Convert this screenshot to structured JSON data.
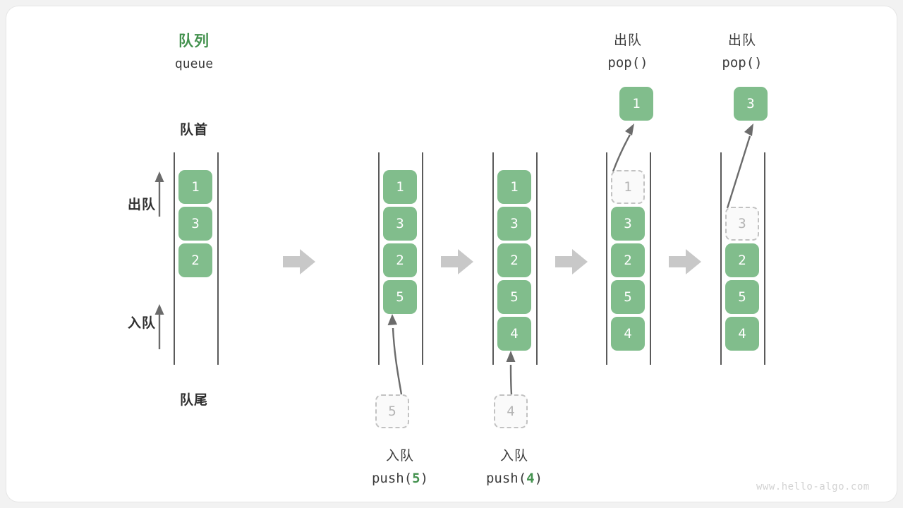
{
  "diagram": {
    "title_cn": "队列",
    "title_en": "queue",
    "head_label": "队首",
    "tail_label": "队尾",
    "dequeue_label": "出队",
    "enqueue_label": "入队",
    "watermark": "www.hello-algo.com",
    "colors": {
      "accent_green": "#81bd8c",
      "title_green": "#44924f",
      "ghost_border": "#c2c2c2",
      "ghost_fill": "#fafafa",
      "ghost_text": "#b4b4b4",
      "rail": "#5a5a5a",
      "arrow_gray": "#c8c8c8",
      "connector": "#6b6b6b",
      "card_bg": "#ffffff",
      "page_bg": "#f2f2f2"
    }
  },
  "steps": [
    {
      "id": "initial",
      "caption_cn": "",
      "caption_code_prefix": "",
      "caption_code_arg": "",
      "caption_code_suffix": "",
      "items": [
        "1",
        "3",
        "2"
      ],
      "ghost_slots": [],
      "incoming": null,
      "popped": null
    },
    {
      "id": "push-5",
      "caption_cn": "入队",
      "caption_code_prefix": "push(",
      "caption_code_arg": "5",
      "caption_code_suffix": ")",
      "items": [
        "1",
        "3",
        "2",
        "5"
      ],
      "ghost_slots": [],
      "incoming": "5",
      "popped": null
    },
    {
      "id": "push-4",
      "caption_cn": "入队",
      "caption_code_prefix": "push(",
      "caption_code_arg": "4",
      "caption_code_suffix": ")",
      "items": [
        "1",
        "3",
        "2",
        "5",
        "4"
      ],
      "ghost_slots": [],
      "incoming": "4",
      "popped": null
    },
    {
      "id": "pop-1",
      "caption_cn": "出队",
      "caption_code_prefix": "pop(",
      "caption_code_arg": "",
      "caption_code_suffix": ")",
      "items": [
        "",
        "3",
        "2",
        "5",
        "4"
      ],
      "ghost_slots": [
        {
          "index": 0,
          "value": "1"
        }
      ],
      "incoming": null,
      "popped": "1"
    },
    {
      "id": "pop-3",
      "caption_cn": "出队",
      "caption_code_prefix": "pop(",
      "caption_code_arg": "",
      "caption_code_suffix": ")",
      "items": [
        "",
        "",
        "2",
        "5",
        "4"
      ],
      "ghost_slots": [
        {
          "index": 1,
          "value": "3"
        }
      ],
      "incoming": null,
      "popped": "3"
    }
  ]
}
